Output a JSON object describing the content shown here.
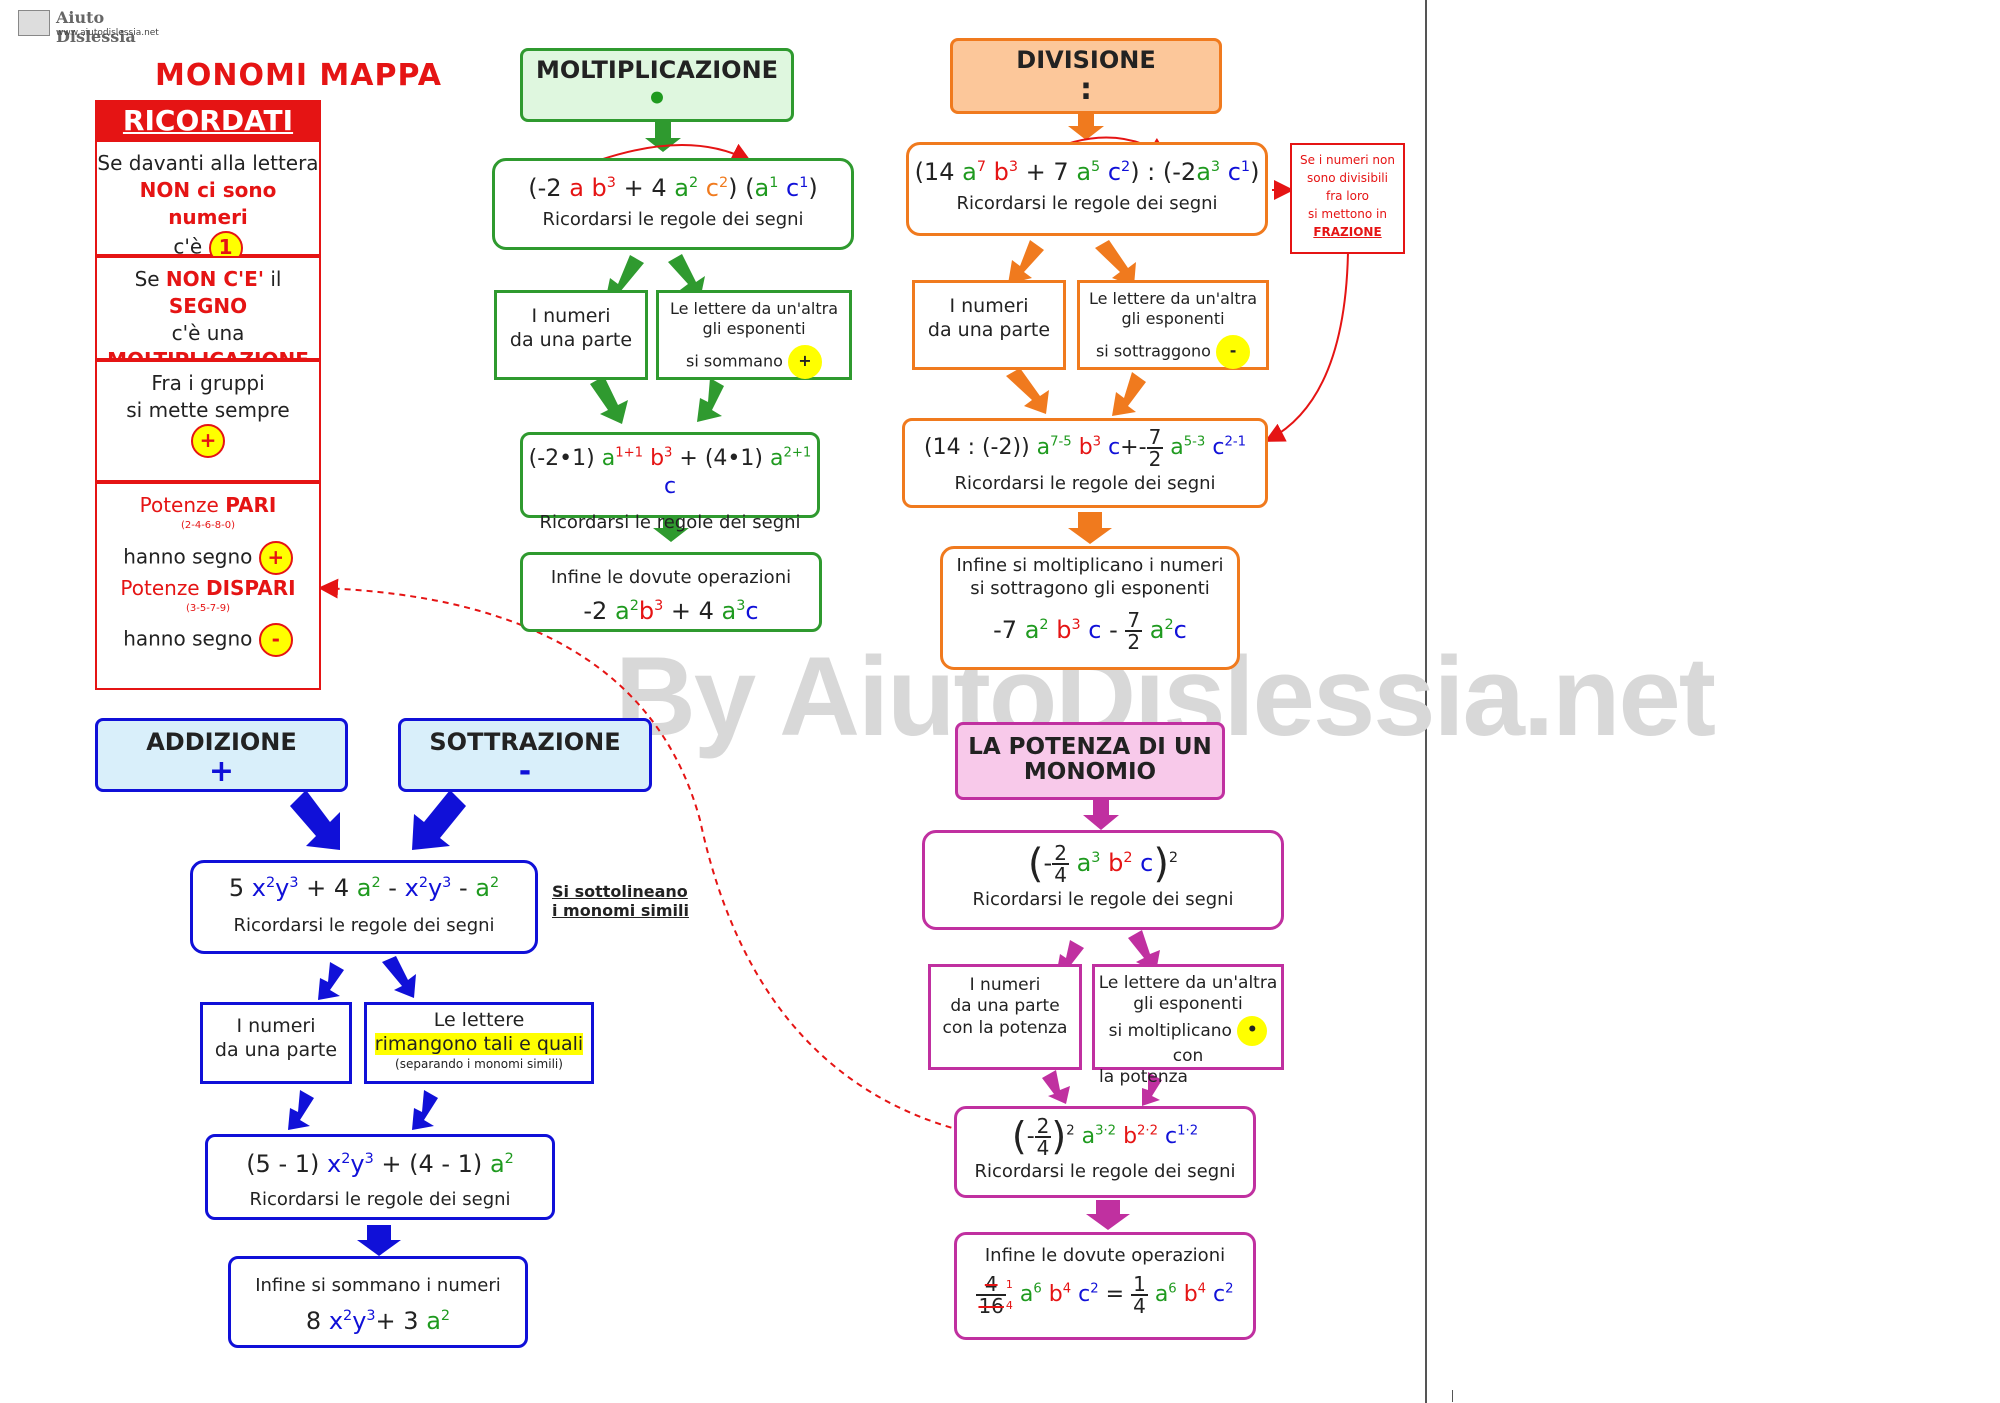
{
  "logo": {
    "title": "Aiuto Dislessia",
    "url": "www.aiutodislessia.net"
  },
  "watermark": "By AiutoDislessia.net",
  "page_title": "MONOMI MAPPA",
  "ricordati": {
    "title": "RICORDATI",
    "r1": {
      "a": "Se davanti alla lettera",
      "b": "NON ci sono numeri",
      "c": "c'è",
      "d": "1"
    },
    "r2": {
      "a": "Se",
      "b": "NON C'E'",
      "c": "il",
      "d": "SEGNO",
      "e": "c'è una",
      "f": "MOLTIPLICAZIONE"
    },
    "r3": {
      "a": "Fra i gruppi",
      "b": "si mette sempre",
      "c": "+"
    },
    "r4": {
      "a": "Potenze",
      "b": "PARI",
      "c": "(2-4-6-8-0)",
      "d": "hanno segno",
      "e": "+",
      "f": "Potenze",
      "g": "DISPARI",
      "h": "(3-5-7-9)",
      "i": "hanno  segno",
      "j": "-"
    }
  },
  "molt": {
    "title": "MOLTIPLICAZIONE",
    "symbol": "•",
    "f1": {
      "t1": "(-2",
      "t2": "a",
      "t3": "b",
      "t4": "3",
      "t5": "+ 4",
      "t6": "a",
      "t7": "2",
      "t8": "c",
      "t9": "2",
      "t10": ")",
      "t11": "(",
      "t12": "a",
      "t13": "1",
      "t14": "c",
      "t15": "1",
      "t16": ")"
    },
    "rule": "Ricordarsi le regole dei segni",
    "b1": {
      "a": "I numeri",
      "b": "da una parte"
    },
    "b2": {
      "a": "Le lettere da un'altra",
      "b": "gli esponenti",
      "c": "si sommano",
      "d": "+"
    },
    "f2": {
      "t1": "(-2•1)",
      "t2": "a",
      "t3": "1+1",
      "t4": "b",
      "t5": "3",
      "t6": "+ (4•1)",
      "t7": "a",
      "t8": "2+1",
      "t9": "c"
    },
    "rule2": "Ricordarsi le regole dei segni",
    "fin": {
      "a": "Infine le dovute operazioni",
      "t1": "-2",
      "t2": "a",
      "t3": "2",
      "t4": "b",
      "t5": "3",
      "t6": "+ 4",
      "t7": "a",
      "t8": "3",
      "t9": "c"
    }
  },
  "div": {
    "title": "DIVISIONE",
    "symbol": ":",
    "f1": {
      "t1": "(14",
      "t2": "a",
      "t3": "7",
      "t4": "b",
      "t5": "3",
      "t6": "+ 7",
      "t7": "a",
      "t8": "5",
      "t9": "c",
      "t10": "2",
      "t11": ") : (-2",
      "t12": "a",
      "t13": "3",
      "t14": "c",
      "t15": "1",
      "t16": ")"
    },
    "rule": "Ricordarsi le regole dei segni",
    "side": {
      "a": "Se i numeri non",
      "b": "sono divisibili",
      "c": "fra loro",
      "d": "si mettono in",
      "e": "FRAZIONE"
    },
    "b1": {
      "a": "I numeri",
      "b": "da una parte"
    },
    "b2": {
      "a": "Le lettere da un'altra",
      "b": "gli esponenti",
      "c": "si sottraggono",
      "d": "-"
    },
    "f2": {
      "t1": "(14 : (-2))",
      "t2": "a",
      "t3": "7-5",
      "t4": "b",
      "t5": "3",
      "t6": "c",
      "t7": "+",
      "t8": "-",
      "n": "7",
      "d": "2",
      "t9": "a",
      "t10": "5-3",
      "t11": "c",
      "t12": "2-1"
    },
    "rule2": "Ricordarsi le regole dei segni",
    "fin": {
      "a": "Infine si moltiplicano i  numeri",
      "b": "si sottragono gli esponenti",
      "t1": "-7",
      "t2": "a",
      "t3": "2",
      "t4": "b",
      "t5": "3",
      "t6": "c",
      "t7": "-",
      "n": "7",
      "d": "2",
      "t8": "a",
      "t9": "2",
      "t10": "c"
    }
  },
  "add": {
    "title": "ADDIZIONE",
    "symbol": "+"
  },
  "sot": {
    "title": "SOTTRAZIONE",
    "symbol": "-"
  },
  "as": {
    "f1": {
      "t1": "5",
      "t2": "x",
      "t3": "2",
      "t4": "y",
      "t5": "3",
      "t6": "+ 4",
      "t7": "a",
      "t8": "2",
      "t9": "-",
      "t10": "x",
      "t11": "2",
      "t12": "y",
      "t13": "3",
      "t14": "-",
      "t15": "a",
      "t16": "2"
    },
    "rule": "Ricordarsi le regole dei segni",
    "side": {
      "a": "Si sottolineano",
      "b": "i monomi simili"
    },
    "b1": {
      "a": "I numeri",
      "b": "da una parte"
    },
    "b2": {
      "a": "Le lettere",
      "b": "rimangono tali e quali",
      "c": "(separando i monomi simili)"
    },
    "f2": {
      "t1": "(5 - 1)",
      "t2": "x",
      "t3": "2",
      "t4": "y",
      "t5": "3",
      "t6": "+ (4 - 1)",
      "t7": "a",
      "t8": "2"
    },
    "rule2": "Ricordarsi le regole dei segni",
    "fin": {
      "a": "Infine si sommano i  numeri",
      "t1": "8",
      "t2": "x",
      "t3": "2",
      "t4": "y",
      "t5": "3",
      "t6": "+ 3",
      "t7": "a",
      "t8": "2"
    }
  },
  "pot": {
    "title": "LA POTENZA DI UN MONOMIO",
    "f1": {
      "t1": "-",
      "n": "2",
      "d": "4",
      "t2": "a",
      "t3": "3",
      "t4": "b",
      "t5": "2",
      "t6": "c",
      "t7": "2"
    },
    "rule": "Ricordarsi le regole dei segni",
    "b1": {
      "a": "I numeri",
      "b": "da una parte",
      "c": "con la potenza"
    },
    "b2": {
      "a": "Le lettere da un'altra",
      "b": "gli esponenti",
      "c": "si moltiplicano",
      "d": "con",
      "e": "la potenza",
      "f": "•"
    },
    "f2": {
      "t1": "-",
      "n": "2",
      "d": "4",
      "t2": "2",
      "t3": "a",
      "t4": "3·2",
      "t5": "b",
      "t6": "2·2",
      "t7": "c",
      "t8": "1·2"
    },
    "rule2": "Ricordarsi le regole dei segni",
    "fin": {
      "a": "Infine le dovute operazioni",
      "n": "4",
      "d": "16",
      "s1": "1",
      "s2": "4",
      "t1": "a",
      "t2": "6",
      "t3": "b",
      "t4": "4",
      "t5": "c",
      "t6": "2",
      "t7": "=",
      "n2": "1",
      "d2": "4",
      "t8": "a",
      "t9": "6",
      "t10": "b",
      "t11": "4",
      "t12": "c",
      "t13": "2"
    }
  },
  "colors": {
    "green": "#2f9a2f",
    "orange": "#f07a1e",
    "blue": "#1010d8",
    "magenta": "#c030a0",
    "red": "#e51414",
    "yellow": "#ffff00"
  }
}
